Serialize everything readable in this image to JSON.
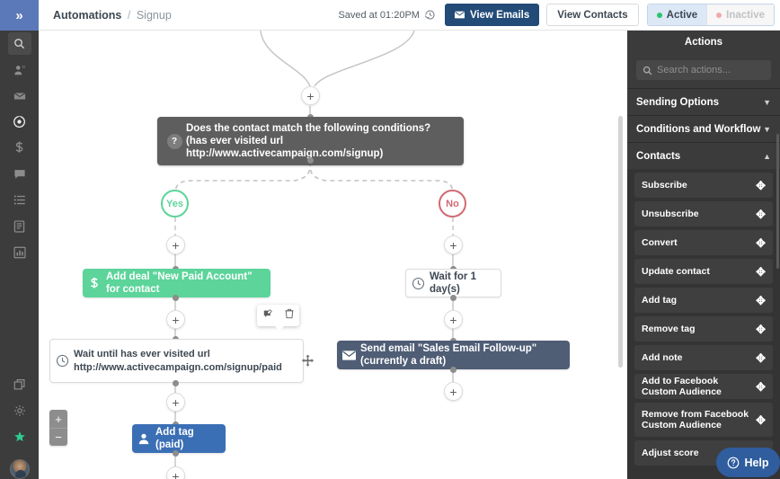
{
  "topbar": {
    "breadcrumb_root": "Automations",
    "breadcrumb_sep": "/",
    "breadcrumb_leaf": "Signup",
    "saved_text": "Saved at 01:20PM",
    "clock_icon": "history-clock-icon",
    "view_emails_label": "View Emails",
    "view_emails_icon": "envelope-icon",
    "view_contacts_label": "View Contacts",
    "state_active_label": "Active",
    "state_inactive_label": "Inactive",
    "colors": {
      "primary_button": "#224b77",
      "active_bg": "#dce8f6",
      "active_dot": "#29c46b",
      "inactive_dot": "#f0a9a9"
    }
  },
  "left_rail": {
    "logo_glyph": "»",
    "items": [
      {
        "name": "search-icon",
        "state": "selected"
      },
      {
        "name": "contacts-icon",
        "state": "normal"
      },
      {
        "name": "mail-icon",
        "state": "normal"
      },
      {
        "name": "automations-icon",
        "state": "active"
      },
      {
        "name": "deals-icon",
        "state": "normal"
      },
      {
        "name": "conversations-icon",
        "state": "normal"
      },
      {
        "name": "lists-icon",
        "state": "normal"
      },
      {
        "name": "pages-icon",
        "state": "normal"
      },
      {
        "name": "reports-icon",
        "state": "normal"
      },
      {
        "name": "apps-icon",
        "state": "normal"
      },
      {
        "name": "settings-gear-icon",
        "state": "normal"
      },
      {
        "name": "star-icon",
        "state": "star"
      }
    ],
    "avatar": "user-avatar"
  },
  "canvas": {
    "condition_node": {
      "icon": "question-mark-icon",
      "text": "Does the contact match the following conditions? (has ever visited url http://www.activecampaign.com/signup)",
      "color": "#5e5e5e"
    },
    "branch_yes": {
      "label": "Yes",
      "color": "#5cd49a"
    },
    "branch_no": {
      "label": "No",
      "color": "#d06a72"
    },
    "add_deal_node": {
      "icon": "dollar-icon",
      "text": "Add deal \"New Paid Account\" for contact",
      "color": "#5cd49a"
    },
    "wait_url_node": {
      "icon": "clock-icon",
      "text": "Wait until has ever visited url http://www.activecampaign.com/signup/paid",
      "color": "#ffffff"
    },
    "add_tag_node": {
      "icon": "person-icon",
      "text": "Add tag (paid)",
      "color": "#3b6fb5"
    },
    "wait_day_node": {
      "icon": "clock-icon",
      "text": "Wait for 1 day(s)",
      "color": "#ffffff"
    },
    "send_email_node": {
      "icon": "envelope-icon",
      "text": "Send email \"Sales Email Follow-up\" (currently a draft)",
      "color": "#4f5d75"
    },
    "node_toolbar": {
      "edit_icon": "edit-note-icon",
      "delete_icon": "trash-icon"
    },
    "move_handle_icon": "move-arrows-icon",
    "plus_glyph": "+",
    "zoom_in_glyph": "+",
    "zoom_out_glyph": "−"
  },
  "right_panel": {
    "title": "Actions",
    "search_placeholder": "Search actions...",
    "search_value": "",
    "search_icon": "search-icon",
    "groups": [
      {
        "label": "Sending Options",
        "expanded": false,
        "chevron": "chevron-down-icon"
      },
      {
        "label": "Conditions and Workflow",
        "expanded": false,
        "chevron": "chevron-down-icon"
      },
      {
        "label": "Contacts",
        "expanded": true,
        "chevron": "chevron-up-icon"
      }
    ],
    "actions": [
      {
        "label": "Subscribe",
        "grip": "move-arrows-icon"
      },
      {
        "label": "Unsubscribe",
        "grip": "move-arrows-icon"
      },
      {
        "label": "Convert",
        "grip": "move-arrows-icon"
      },
      {
        "label": "Update contact",
        "grip": "move-arrows-icon"
      },
      {
        "label": "Add tag",
        "grip": "move-arrows-icon"
      },
      {
        "label": "Remove tag",
        "grip": "move-arrows-icon"
      },
      {
        "label": "Add note",
        "grip": "move-arrows-icon"
      },
      {
        "label": "Add to Facebook Custom Audience",
        "grip": "move-arrows-icon"
      },
      {
        "label": "Remove from Facebook Custom Audience",
        "grip": "move-arrows-icon"
      },
      {
        "label": "Adjust score",
        "grip": "move-arrows-icon"
      }
    ]
  },
  "help": {
    "label": "Help",
    "icon": "question-circle-icon"
  }
}
